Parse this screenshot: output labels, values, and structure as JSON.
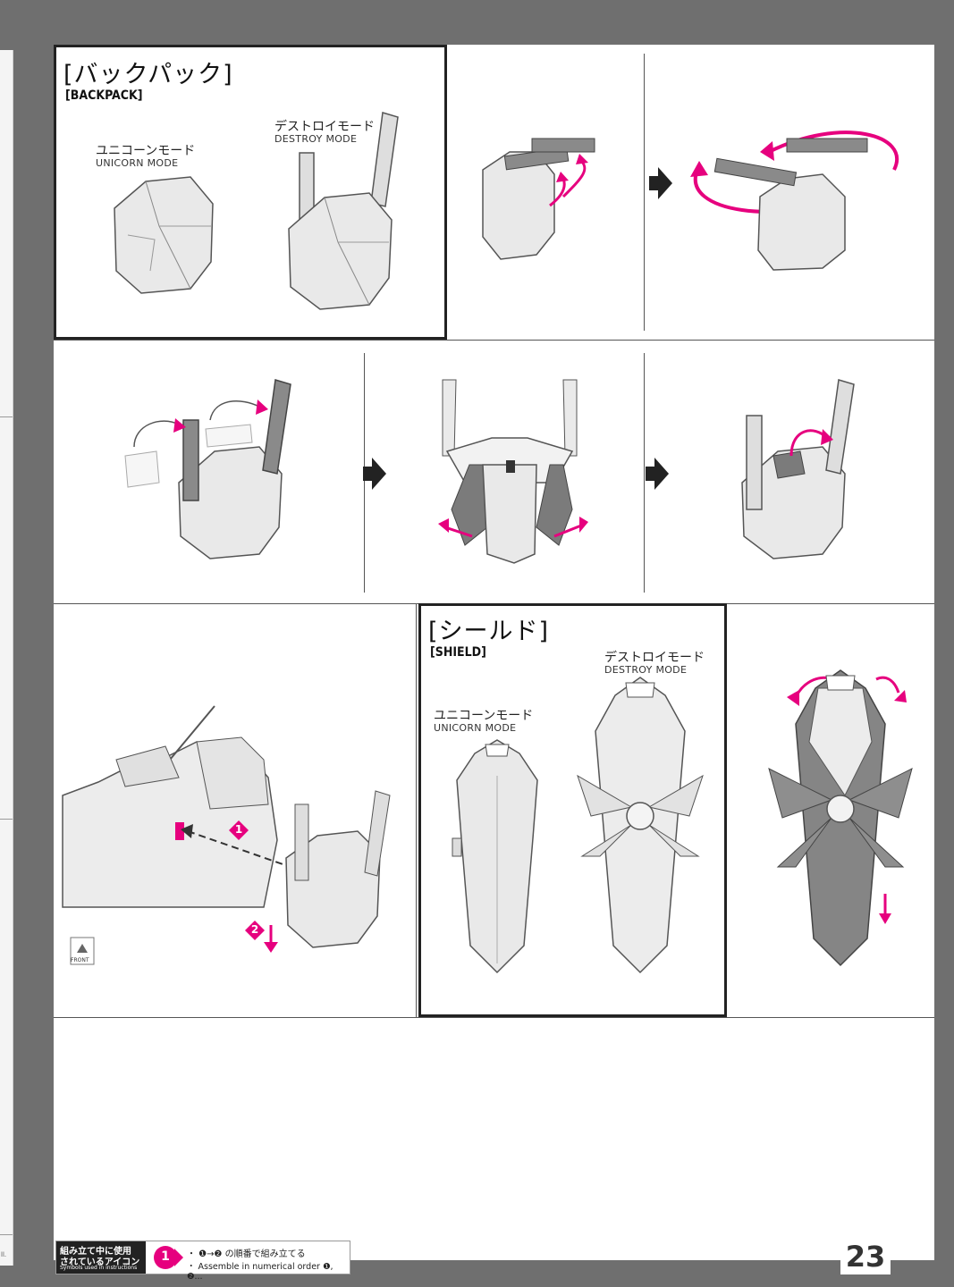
{
  "backpack": {
    "title_jp": "[バックパック]",
    "title_en": "[BACKPACK]",
    "unicorn_jp": "ユニコーンモード",
    "unicorn_en": "UNICORN MODE",
    "destroy_jp": "デストロイモード",
    "destroy_en": "DESTROY MODE"
  },
  "shield": {
    "title_jp": "[シールド]",
    "title_en": "[SHIELD]",
    "unicorn_jp": "ユニコーンモード",
    "unicorn_en": "UNICORN MODE",
    "destroy_jp": "デストロイモード",
    "destroy_en": "DESTROY MODE"
  },
  "steps": {
    "one": "1",
    "two": "2",
    "front": "FRONT"
  },
  "legend": {
    "label_l1": "組み立て中に使用",
    "label_l2": "されているアイコン",
    "label_l3": "Symbols used in instructions",
    "icon_number": "1",
    "text_jp": "・ ❶→❷ の順番で組み立てる",
    "text_en": "・ Assemble in numerical order ❶, ❷..."
  },
  "page_number": "23",
  "edge_text": "ll.",
  "colors": {
    "accent": "#e6007e",
    "frame": "#222222",
    "part_light": "#e9e9e9",
    "part_dark": "#7b7b7b",
    "page_bg": "#6f6f6f"
  }
}
